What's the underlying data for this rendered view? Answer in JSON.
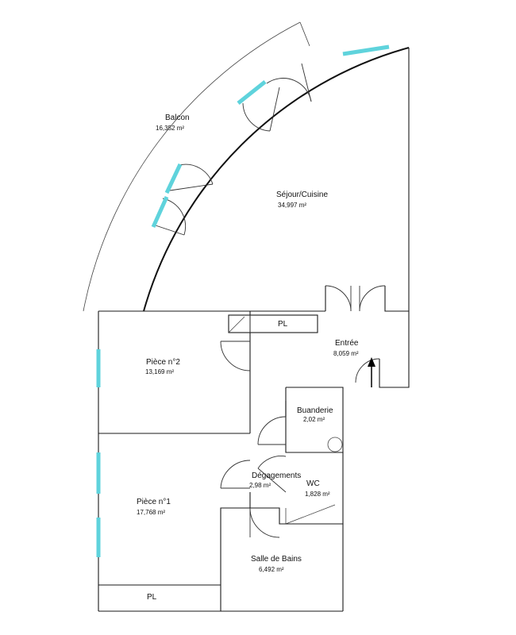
{
  "rooms": {
    "balcon": {
      "name": "Balcon",
      "area": "16,352 m²"
    },
    "sejour": {
      "name": "Séjour/Cuisine",
      "area": "34,997 m²"
    },
    "entree": {
      "name": "Entrée",
      "area": "8,059 m²"
    },
    "piece2": {
      "name": "Pièce n°2",
      "area": "13,169 m²"
    },
    "buanderie": {
      "name": "Buanderie",
      "area": "2,02 m²"
    },
    "degagements": {
      "name": "Dégagements",
      "area": "2,98 m²"
    },
    "wc": {
      "name": "WC",
      "area": "1,828 m²"
    },
    "piece1": {
      "name": "Pièce n°1",
      "area": "17,768 m²"
    },
    "sdb": {
      "name": "Salle de Bains",
      "area": "6,492 m²"
    }
  },
  "placards": {
    "top": "PL",
    "bottom": "PL"
  },
  "colors": {
    "wall": "#1a1a1a",
    "window": "#5fd3dc",
    "background": "#ffffff"
  }
}
